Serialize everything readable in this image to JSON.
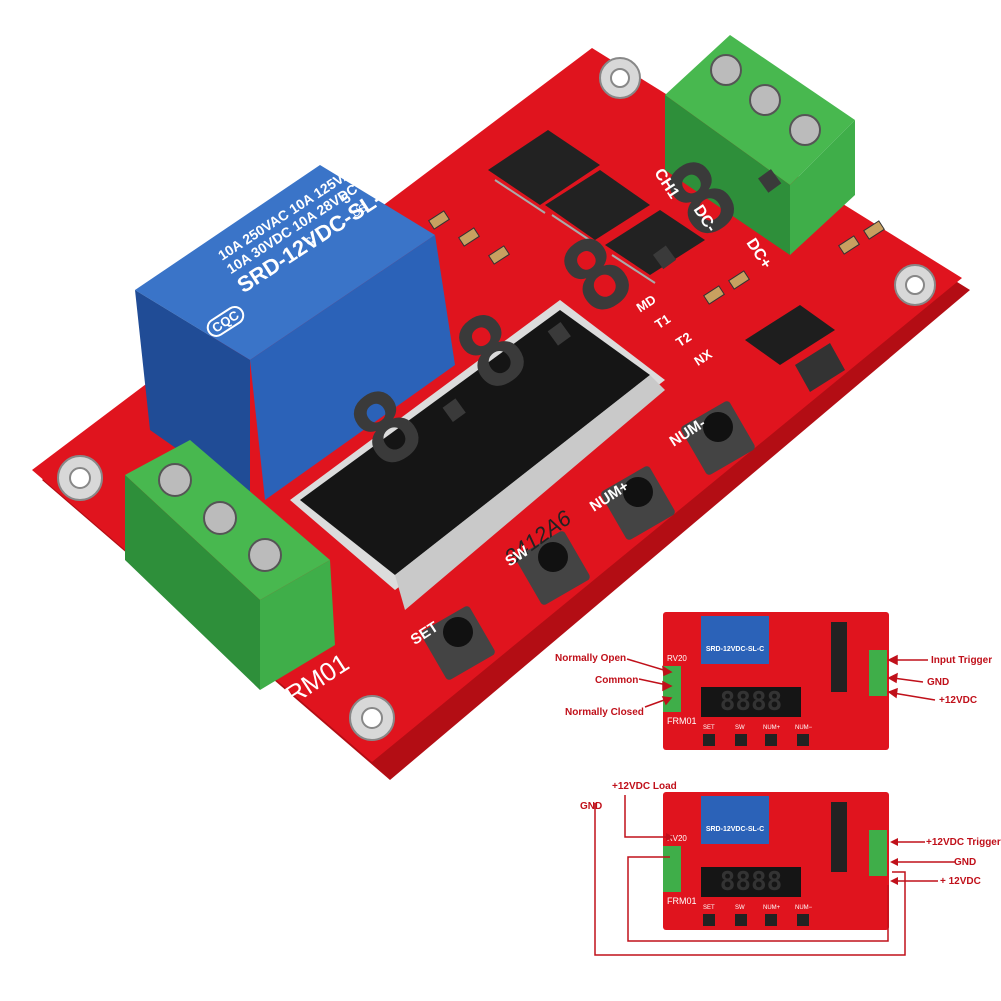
{
  "main_board": {
    "relay_brand": "CQC",
    "relay_ratings": [
      "10A 250VAC  10A 125VAC",
      "10A 30VDC   10A 28VDC"
    ],
    "relay_model": "SRD-12VDC-SL-C",
    "relay_pin_label": "5",
    "relay_ul": "US",
    "relay_cert": "c",
    "display_digits": "8.8.8.8.",
    "display_part": "3412A6",
    "board_name": "FRM01",
    "channel_label": "CH1",
    "dc_minus": "DC-",
    "dc_plus": "DC+",
    "mode_labels": [
      "MD",
      "T1",
      "T2",
      "NX"
    ],
    "buttons": [
      "SET",
      "SW",
      "NUM+",
      "NUM-"
    ]
  },
  "diagram1": {
    "left_labels": [
      "Normally Open",
      "Common",
      "Normally Closed"
    ],
    "right_labels": [
      "Input Trigger",
      "GND",
      "+12VDC"
    ],
    "board_name": "FRM01",
    "relay_model": "SRD-12VDC-SL-C",
    "rv_label": "RV20",
    "buttons": [
      "SET",
      "SW",
      "NUM+",
      "NUM−"
    ]
  },
  "diagram2": {
    "top_labels": [
      "+12VDC Load",
      "GND"
    ],
    "right_labels": [
      "+12VDC Trigger",
      "GND",
      "+ 12VDC"
    ],
    "board_name": "FRM01",
    "relay_model": "SRD-12VDC-SL-C",
    "rv_label": "RV20",
    "buttons": [
      "SET",
      "SW",
      "NUM+",
      "NUM−"
    ]
  },
  "colors": {
    "pcb_red": "#e0141e",
    "relay_blue": "#2b62b8",
    "terminal_green": "#3fae49",
    "display_dark": "#1a1a1a",
    "label_red": "#c0101a"
  }
}
